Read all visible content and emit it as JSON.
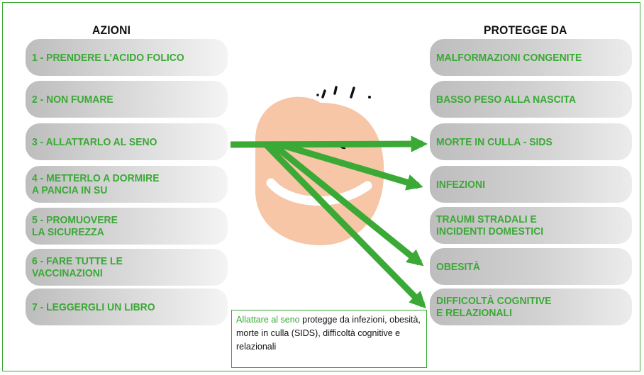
{
  "headers": {
    "actions": "AZIONI",
    "protects": "PROTEGGE DA"
  },
  "actions": [
    "1 - PRENDERE L’ACIDO FOLICO",
    "2 - NON FUMARE",
    "3 - ALLATTARLO AL SENO",
    "4 - METTERLO A DORMIRE\nA PANCIA IN SU",
    "5 - PROMUOVERE\n      LA SICUREZZA",
    "6 - FARE TUTTE LE\n      VACCINAZIONI",
    "7 - LEGGERGLI UN LIBRO"
  ],
  "protections": [
    "MALFORMAZIONI CONGENITE",
    "BASSO PESO ALLA NASCITA",
    "MORTE IN CULLA - SIDS",
    "INFEZIONI",
    "TRAUMI STRADALI E\nINCIDENTI DOMESTICI",
    "OBESITÀ",
    "DIFFICOLTÀ COGNITIVE\nE RELAZIONALI"
  ],
  "caption": {
    "highlight": "Allattare al seno",
    "text": " protegge da infezioni, obesità, morte in culla (SIDS), difficoltà cognitive e relazionali"
  },
  "colors": {
    "green": "#3aa935",
    "face": "#f6c6a6",
    "pill_dark": "#bdbdbd",
    "pill_light": "#f4f4f4"
  },
  "icons": {
    "baby_face": "baby-face-icon"
  }
}
